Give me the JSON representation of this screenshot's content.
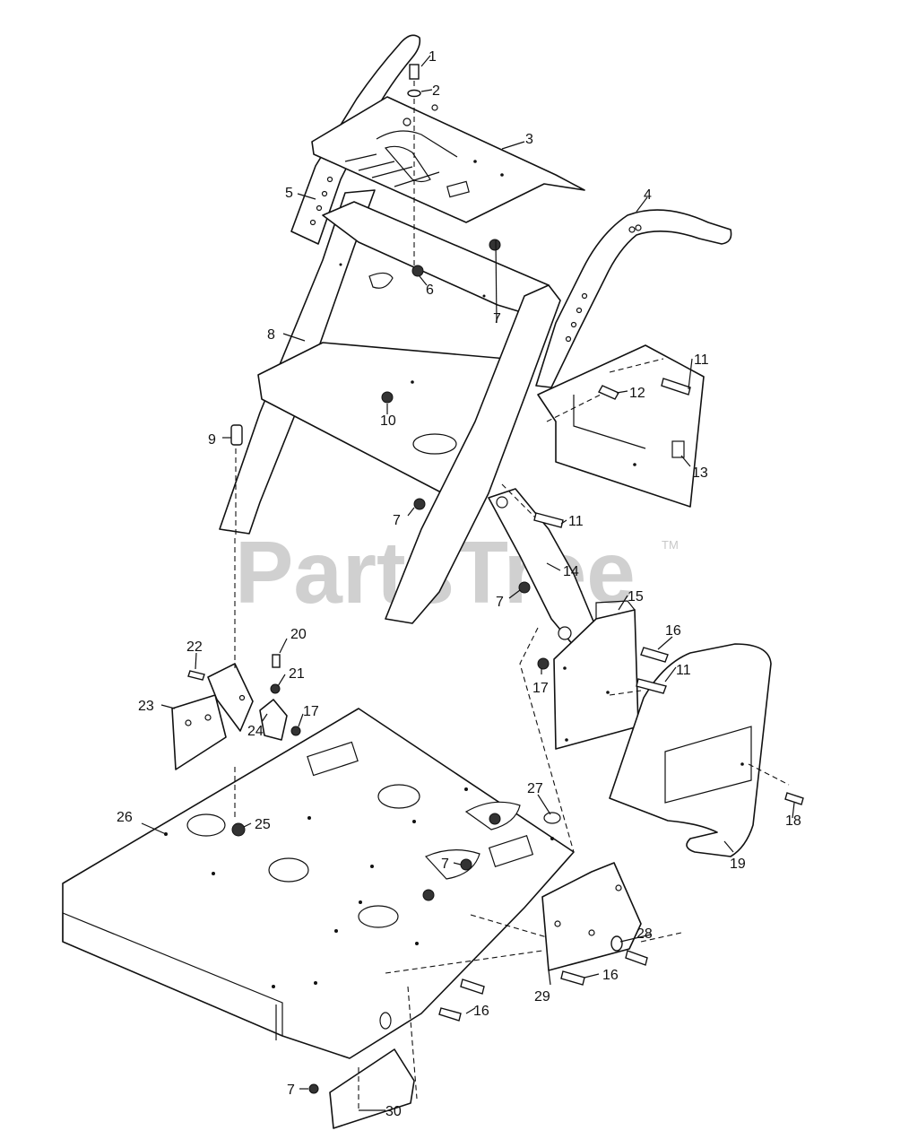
{
  "diagram": {
    "watermark": "PartsTree",
    "trademark": "TM",
    "callouts": {
      "c1": "1",
      "c2": "2",
      "c3": "3",
      "c4": "4",
      "c5": "5",
      "c6": "6",
      "c7a": "7",
      "c7b": "7",
      "c7c": "7",
      "c7d": "7",
      "c7e": "7",
      "c8": "8",
      "c9": "9",
      "c10": "10",
      "c11a": "11",
      "c11b": "11",
      "c11c": "11",
      "c12": "12",
      "c13": "13",
      "c14": "14",
      "c15": "15",
      "c16a": "16",
      "c16b": "16",
      "c16c": "16",
      "c17a": "17",
      "c17b": "17",
      "c18": "18",
      "c19": "19",
      "c20": "20",
      "c21": "21",
      "c22": "22",
      "c23": "23",
      "c24": "24",
      "c25": "25",
      "c26": "26",
      "c27": "27",
      "c28": "28",
      "c29": "29",
      "c30": "30"
    }
  }
}
